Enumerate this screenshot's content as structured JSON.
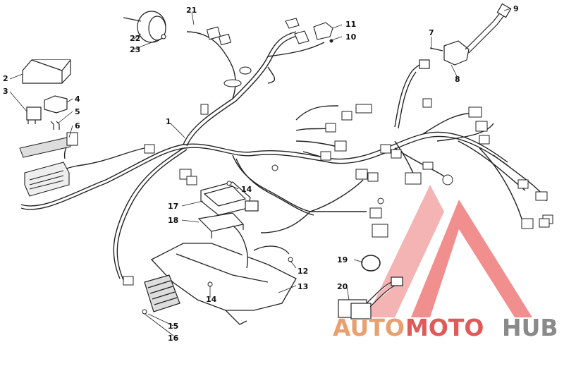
{
  "diagram": {
    "callouts": [
      "1",
      "2",
      "3",
      "4",
      "5",
      "6",
      "7",
      "8",
      "9",
      "10",
      "11",
      "12",
      "13",
      "14",
      "14",
      "15",
      "16",
      "17",
      "18",
      "19",
      "20",
      "21",
      "22",
      "23"
    ]
  },
  "watermark": {
    "part1": "AUTO",
    "part2": "MOTO",
    "part3": "HUB",
    "colors": {
      "accent": "#e8a070",
      "red": "#e05a5a",
      "gray": "#8a8a8a",
      "triangle": "#ef7b7b"
    }
  }
}
